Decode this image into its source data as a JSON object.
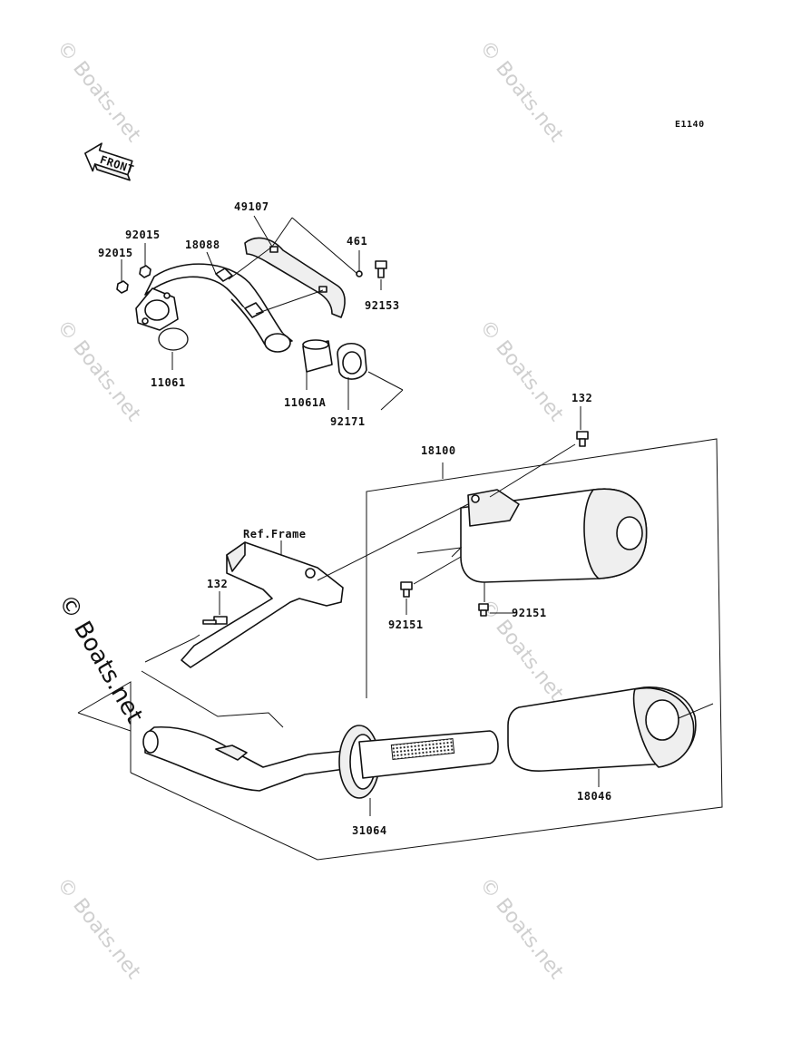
{
  "diagram": {
    "code": "E1140",
    "front_label": "FRONT",
    "labels": {
      "p49107": "49107",
      "p92015a": "92015",
      "p92015b": "92015",
      "p18088": "18088",
      "p461": "461",
      "p92153": "92153",
      "p11061": "11061",
      "p11061a": "11061A",
      "p92171": "92171",
      "p132_top": "132",
      "p18100": "18100",
      "ref_frame": "Ref.Frame",
      "p132_left": "132",
      "p92151_left": "92151",
      "p92151_right": "92151",
      "p18046": "18046",
      "p31064": "31064"
    },
    "watermarks": {
      "small": "© Boats.net",
      "large": "© Boats.net"
    }
  }
}
